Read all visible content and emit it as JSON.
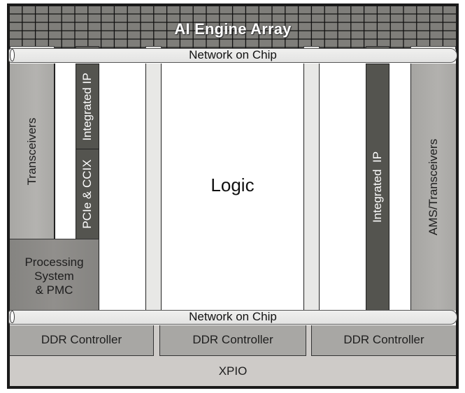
{
  "diagram": {
    "ai_engine_array": {
      "label": "AI Engine Array",
      "color": "#7f7e7a"
    },
    "noc_top": {
      "label": "Network on Chip"
    },
    "noc_bottom": {
      "label": "Network on Chip"
    },
    "left_column": {
      "transceivers": {
        "label": "Transceivers"
      },
      "integrated_ip": {
        "label": "Integrated IP"
      },
      "pcie_ccix": {
        "label": "PCIe & CCIX"
      },
      "processing_system": {
        "line1": "Processing",
        "line2": "System",
        "line3": "& PMC"
      }
    },
    "logic": {
      "label": "Logic"
    },
    "right_column": {
      "integrated_ip": {
        "label": "Integrated  IP"
      },
      "ams_transceivers": {
        "label": "AMS/Transceivers"
      }
    },
    "ddr_controllers": [
      {
        "label": "DDR Controller"
      },
      {
        "label": "DDR Controller"
      },
      {
        "label": "DDR Controller"
      }
    ],
    "xpio": {
      "label": "XPIO"
    },
    "colors": {
      "dark_block": "#54544f",
      "light_block": "#a8a7a4",
      "noc": "#e8e8e6",
      "xpio": "#cecbc8",
      "border": "#1a1a1a"
    }
  }
}
